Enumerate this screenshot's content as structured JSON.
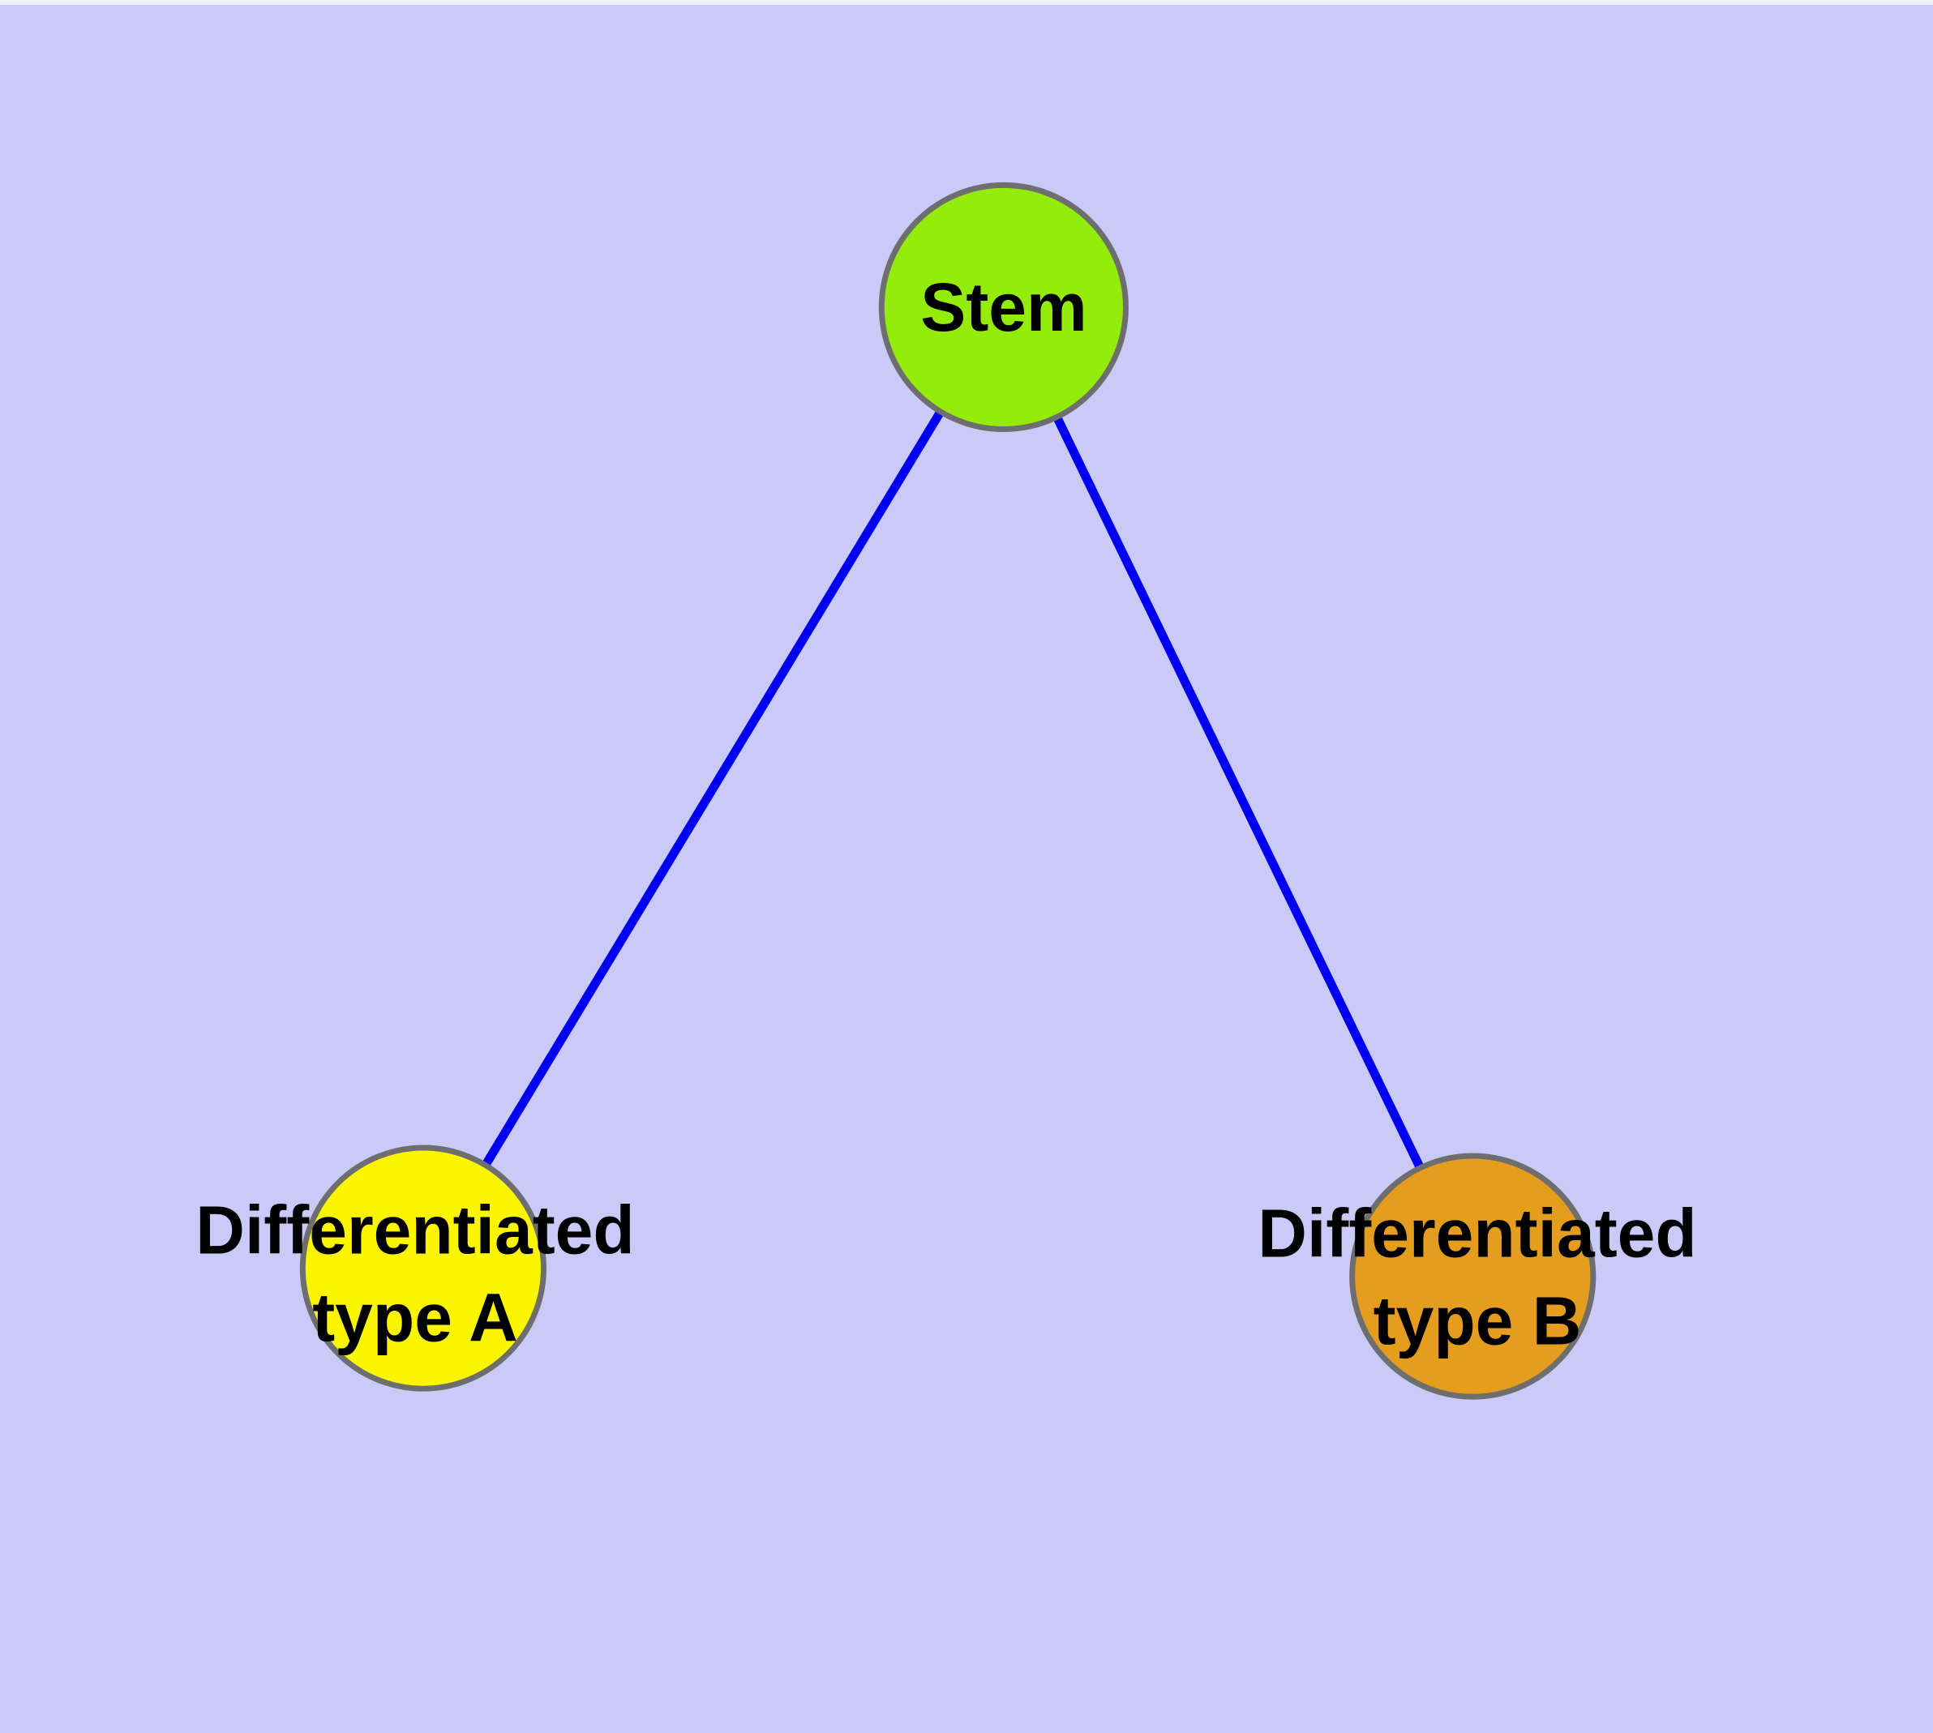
{
  "diagram": {
    "type": "node-link-graph",
    "colors": {
      "background": "#CACAF8",
      "edge": "#0000F0",
      "node_border": "#6E6E6E",
      "label_text": "#000000"
    },
    "nodes": [
      {
        "id": "stem",
        "label": "Stem",
        "fill": "#94EC0A"
      },
      {
        "id": "diff_a",
        "label": "Differentiated\ntype A",
        "fill": "#FBF500"
      },
      {
        "id": "diff_b",
        "label": "Differentiated\ntype B",
        "fill": "#E49D1D"
      }
    ],
    "edges": [
      {
        "from": "stem",
        "to": "diff_a"
      },
      {
        "from": "stem",
        "to": "diff_b"
      }
    ]
  }
}
